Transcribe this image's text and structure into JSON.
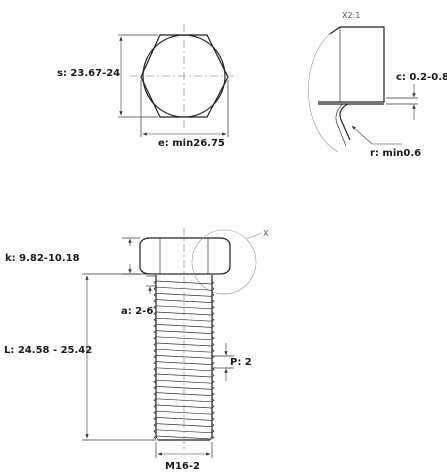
{
  "top_view": {
    "s_label": "s: 23.67-24",
    "e_label": "e: min26.75"
  },
  "detail_view": {
    "scale_label": "X2:1",
    "c_label": "c: 0.2-0.8",
    "r_label": "r: min0.6"
  },
  "side_view": {
    "k_label": "k: 9.82-10.18",
    "a_label": "a: 2-6",
    "L_label": "L: 24.58 - 25.42",
    "P_label": "P: 2",
    "d_label": "M16-2",
    "detail_marker": "X"
  }
}
